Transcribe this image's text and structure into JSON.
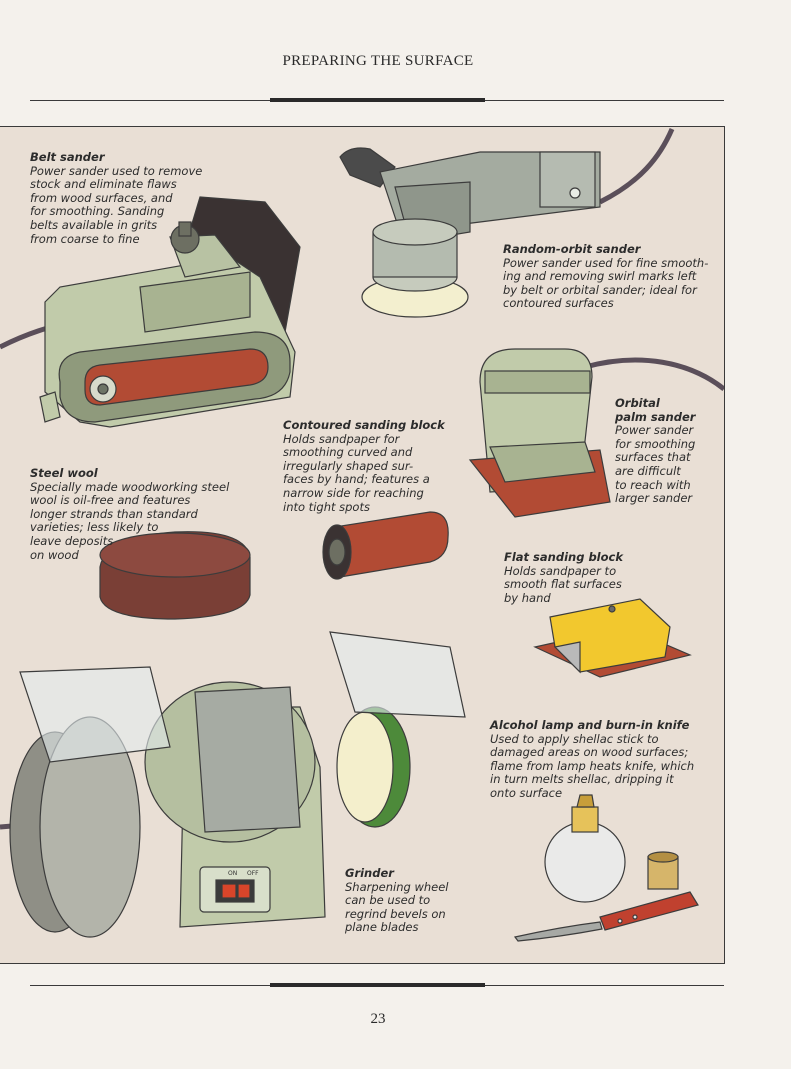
{
  "header": {
    "title": "PREPARING THE SURFACE"
  },
  "items": {
    "belt_sander": {
      "title": "Belt sander",
      "description": "Power sander used to remove\nstock and eliminate flaws\nfrom wood surfaces, and\nfor smoothing. Sanding\nbelts available in grits\nfrom coarse to fine"
    },
    "random_orbit_sander": {
      "title": "Random-orbit sander",
      "description": "Power sander used for fine smooth-\ning and removing swirl marks left\nby belt or orbital sander; ideal for\ncontoured surfaces"
    },
    "orbital_palm_sander": {
      "title": "Orbital\npalm sander",
      "description": "Power sander\nfor smoothing\nsurfaces that\nare difficult\nto reach with\nlarger sander"
    },
    "contoured_sanding_block": {
      "title": "Contoured sanding block",
      "description": "Holds sandpaper for\nsmoothing curved and\nirregularly shaped sur-\nfaces by hand; features a\nnarrow side for reaching\ninto tight spots"
    },
    "steel_wool": {
      "title": "Steel wool",
      "description": "Specially made woodworking steel\nwool is oil-free and features\nlonger strands than standard\nvarieties; less likely to\nleave deposits\non wood"
    },
    "flat_sanding_block": {
      "title": "Flat sanding block",
      "description": "Holds sandpaper to\nsmooth flat surfaces\nby hand"
    },
    "alcohol_lamp": {
      "title": "Alcohol lamp and burn-in knife",
      "description": "Used to apply shellac stick to\ndamaged areas on wood surfaces;\nflame from lamp heats knife, which\nin turn melts shellac, dripping it\nonto surface"
    },
    "grinder": {
      "title": "Grinder",
      "description": "Sharpening wheel\ncan be used to\nregrind bevels on\nplane blades",
      "switch_labels": [
        "ON",
        "OFF"
      ]
    }
  },
  "footer": {
    "page_number": "23"
  },
  "colors": {
    "panel_background": "#e9dfd5",
    "tool_green": "#bcc7a8",
    "tool_gray": "#a4aba0",
    "abrasive_red": "#b24b34",
    "block_yellow": "#f2c82e"
  }
}
